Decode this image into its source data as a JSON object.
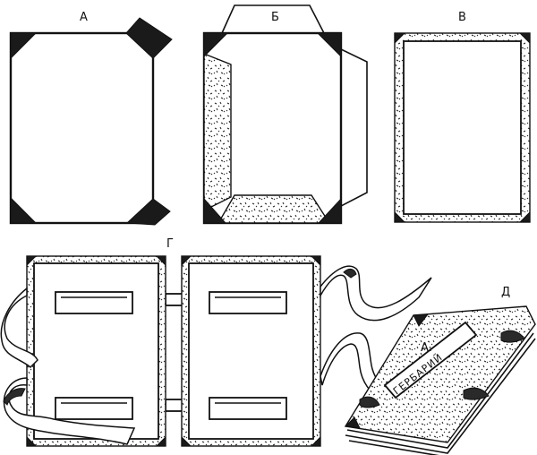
{
  "panels": {
    "a": {
      "label": "А"
    },
    "b": {
      "label": "Б"
    },
    "v": {
      "label": "В"
    },
    "g": {
      "label": "Г"
    },
    "d": {
      "label": "Д",
      "cover_letter": "А.",
      "cover_title": "ГЕРБАРИЙ"
    }
  }
}
